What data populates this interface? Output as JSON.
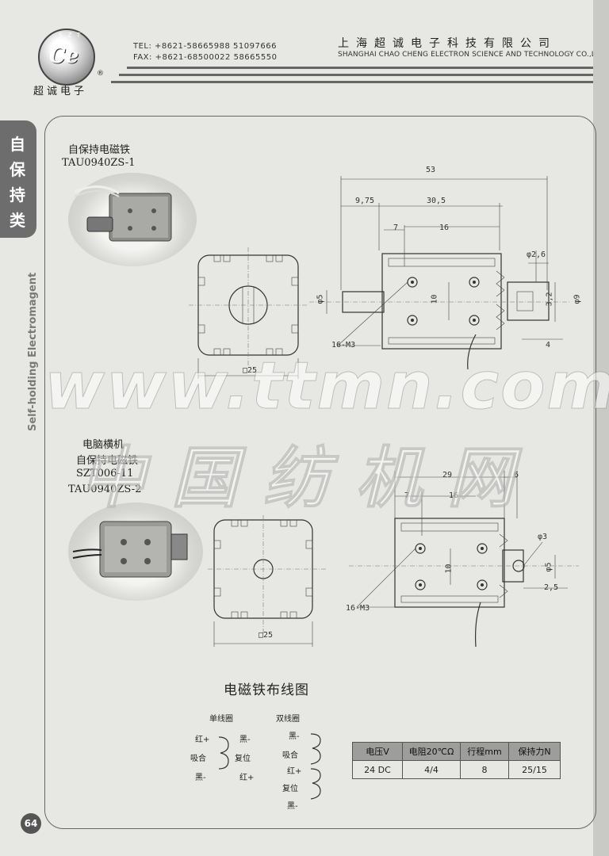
{
  "header": {
    "logo_monogram": "Ce",
    "logo_ring_text": "SZT",
    "logo_name": "超诚电子",
    "registered": "®",
    "tel": "TEL: +8621-58665988 51097666",
    "fax": "FAX: +8621-68500022 58665550",
    "company_cn": "上海超诚电子科技有限公司",
    "company_en": "SHANGHAI CHAO CHENG ELECTRON SCIENCE AND TECHNOLOGY CO.,LTD."
  },
  "side_tab": {
    "chars": [
      "自",
      "保",
      "持",
      "类"
    ],
    "english": "Self-holding Electromagent"
  },
  "product1": {
    "name_cn": "自保持电磁铁",
    "model": "TAU0940ZS-1",
    "dims": {
      "overall": "53",
      "d1": "9,75",
      "d2": "30,5",
      "d3": "7",
      "d4": "16",
      "phi26": "φ2,6",
      "phi5": "φ5",
      "d10": "10",
      "d32": "3,2",
      "phi9": "φ9",
      "d4b": "4",
      "screw": "16-M3",
      "sq25": "□25"
    }
  },
  "product2": {
    "name_cn_line1": "电脑横机",
    "name_cn_line2": "自保持电磁铁",
    "model_alt": "SZT006-11",
    "model": "TAU0940ZS-2",
    "dims": {
      "d29": "29",
      "d6": "6",
      "d7": "7",
      "d16": "16",
      "d10": "10",
      "phi3": "φ3",
      "phi5": "φ5",
      "d25b": "2,5",
      "screw": "16-M3",
      "sq25": "□25"
    }
  },
  "watermark": {
    "line1": "www.ttmn.com",
    "line2": "中国纺机网"
  },
  "wiring": {
    "title": "电磁铁布线图",
    "single_title": "单线圈",
    "double_title": "双线圈",
    "single_left": [
      "红+",
      "吸合",
      "黑-"
    ],
    "single_right": [
      "黑-",
      "复位",
      "红+"
    ],
    "double": [
      "黑-",
      "吸合",
      "红+",
      "复位",
      "黑-"
    ]
  },
  "specs": {
    "headers": [
      "电压V",
      "电阻20℃Ω",
      "行程mm",
      "保持力N"
    ],
    "row": [
      "24 DC",
      "4/4",
      "8",
      "25/15"
    ]
  },
  "page_number": "64"
}
